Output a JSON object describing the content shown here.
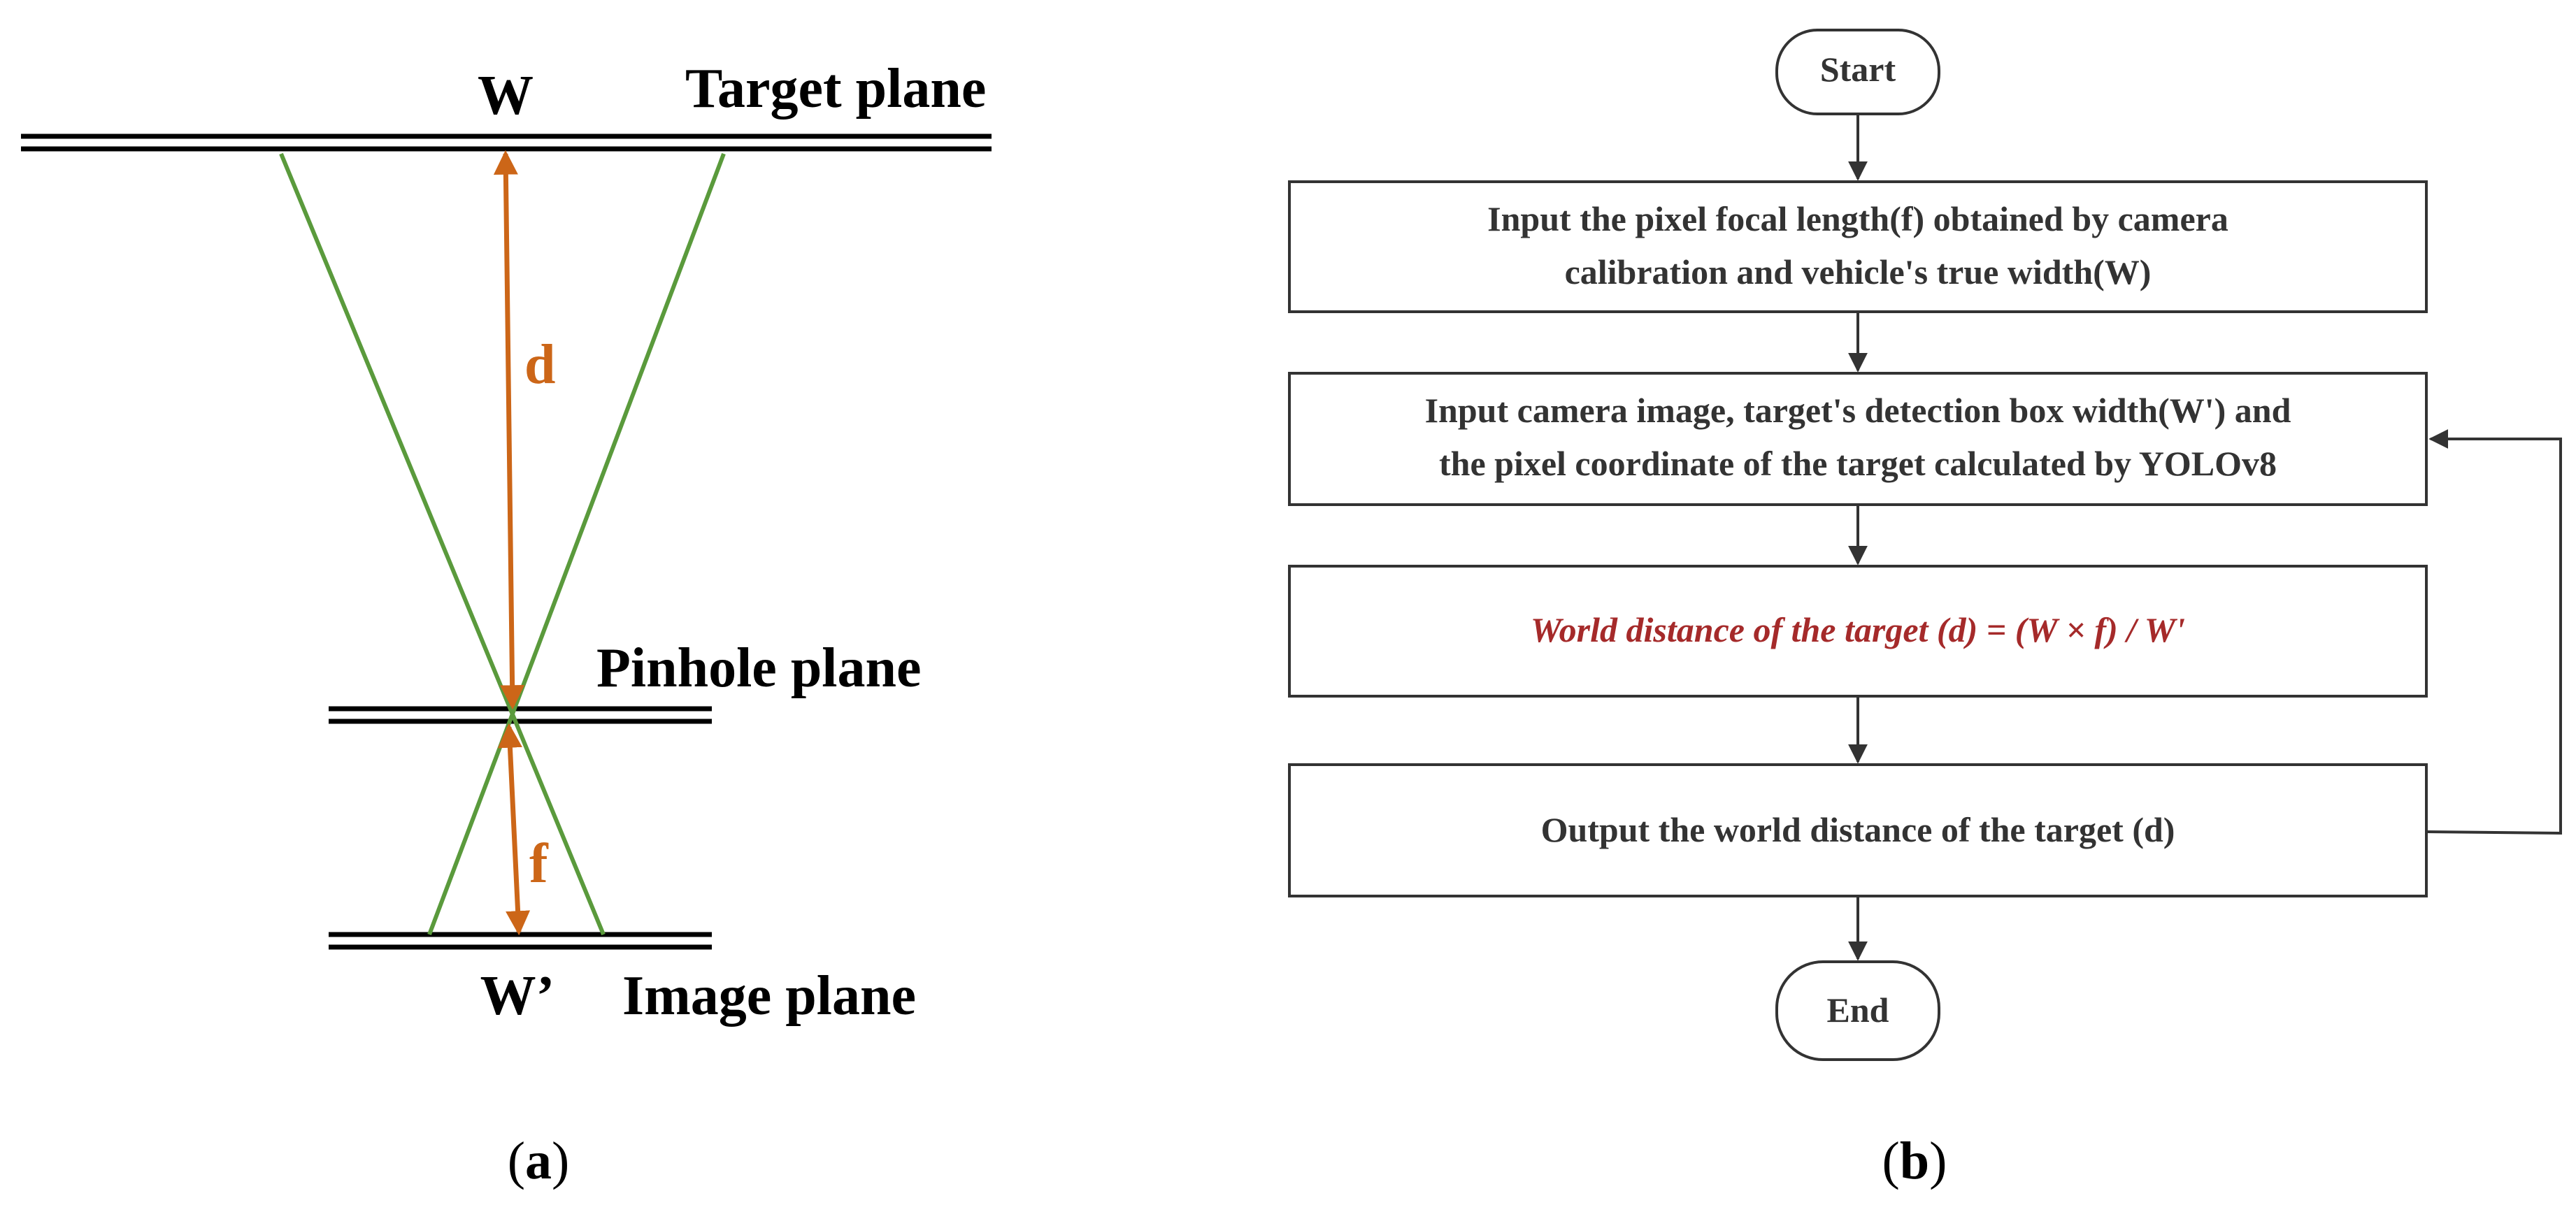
{
  "colors": {
    "plane_lines": "#000000",
    "rays": "#5a9a3c",
    "measure_arrows": "#cc6618",
    "flow_stroke": "#333333",
    "flow_text": "#333333",
    "formula_text": "#a52a2a"
  },
  "panel_a": {
    "top_label": "W",
    "target_plane_label": "Target plane",
    "distance_label": "d",
    "pinhole_plane_label": "Pinhole plane",
    "focal_label": "f",
    "bottom_label": "W’",
    "image_plane_label": "Image plane",
    "caption": {
      "open": "(",
      "letter": "a",
      "close": ")"
    }
  },
  "panel_b": {
    "start": "Start",
    "step1_line1": "Input the pixel focal length(f) obtained by camera",
    "step1_line2": "calibration and vehicle's true width(W)",
    "step2_line1": "Input camera image, target's detection box width(W') and",
    "step2_line2": "the pixel coordinate of the target calculated by YOLOv8",
    "step3_formula": "World distance of the target (d) = (W × f) / W'",
    "step4": "Output the world distance of the target (d)",
    "end": "End",
    "caption": {
      "open": "(",
      "letter": "b",
      "close": ")"
    }
  }
}
